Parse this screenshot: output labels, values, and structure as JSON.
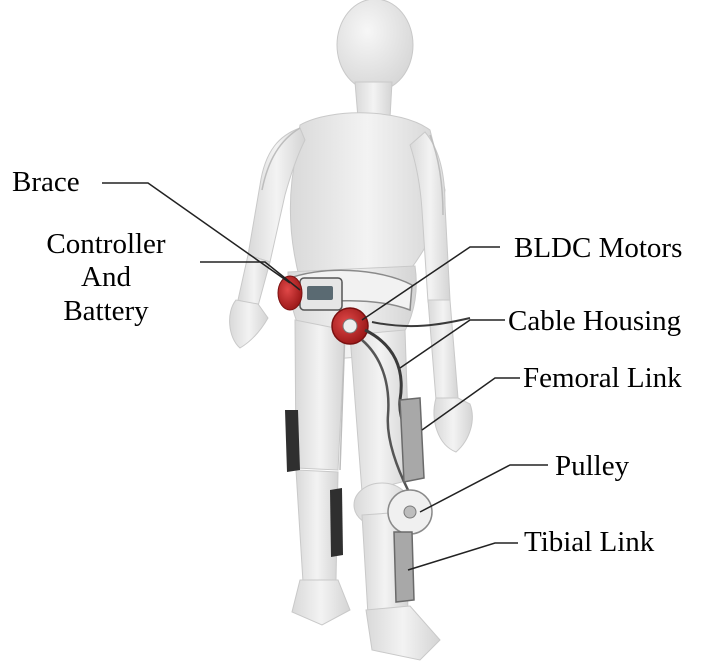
{
  "labels": {
    "brace": "Brace",
    "controller_line1": "Controller",
    "controller_line2": "And",
    "controller_line3": "Battery",
    "bldc_motors": "BLDC Motors",
    "cable_housing": "Cable Housing",
    "femoral_link": "Femoral Link",
    "pulley": "Pulley",
    "tibial_link": "Tibial Link"
  },
  "colors": {
    "mannequin": "#ececec",
    "mannequin_shadow": "#cfcfcf",
    "motor_red": "#c62828",
    "device_grey": "#9a9a9a",
    "cable_dark": "#3a3a3a",
    "leader_line": "#222222"
  }
}
